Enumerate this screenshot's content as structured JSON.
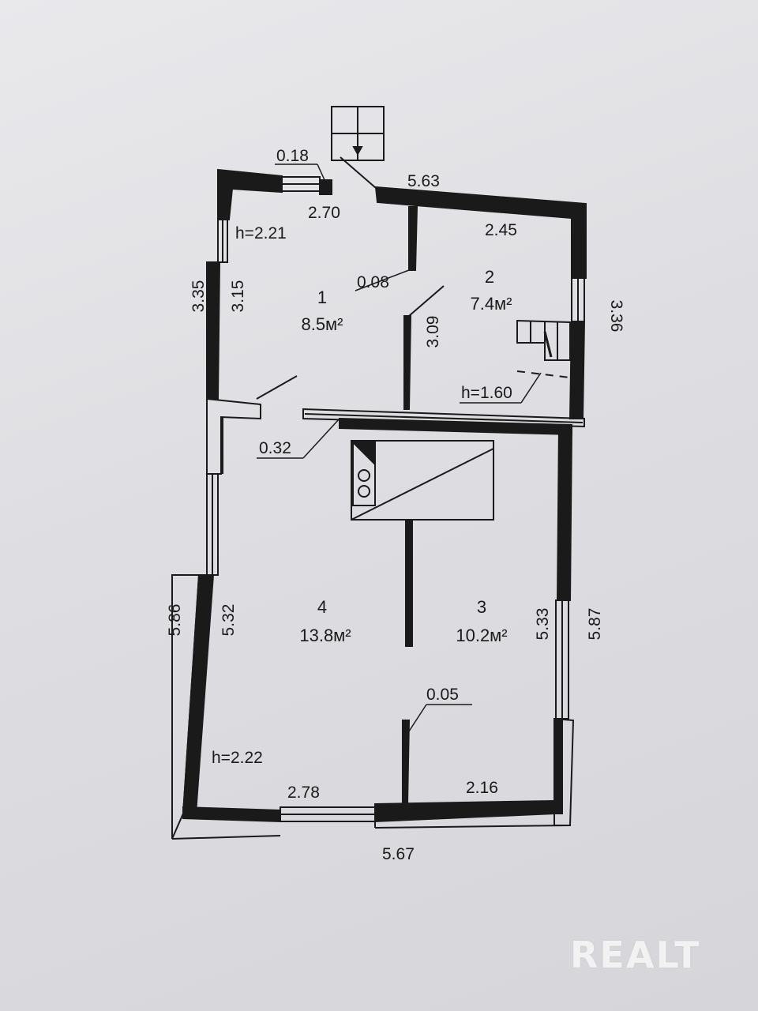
{
  "dimensions": {
    "top_window_frame": "0.18",
    "top_left_wall": "2.70",
    "top_right_wall": "5.63",
    "room2_top": "2.45",
    "height_room1": "h=2.21",
    "partition_thickness": "0.08",
    "room1_left_outer": "3.35",
    "room1_left_inner": "3.15",
    "room2_partition": "3.09",
    "room2_right": "3.36",
    "height_room2": "h=1.60",
    "door_wall": "0.32",
    "left_outer": "5.86",
    "left_inner": "5.32",
    "right_inner": "5.33",
    "right_outer": "5.87",
    "partition_bottom": "0.05",
    "height_room4": "h=2.22",
    "bottom_left": "2.78",
    "bottom_right": "2.16",
    "bottom_total": "5.67"
  },
  "rooms": [
    {
      "number": "1",
      "area": "8.5м²"
    },
    {
      "number": "2",
      "area": "7.4м²"
    },
    {
      "number": "3",
      "area": "10.2м²"
    },
    {
      "number": "4",
      "area": "13.8м²"
    }
  ],
  "watermark": "REALT",
  "colors": {
    "line": "#1a1a1a",
    "paper": "#e3e3e6"
  }
}
